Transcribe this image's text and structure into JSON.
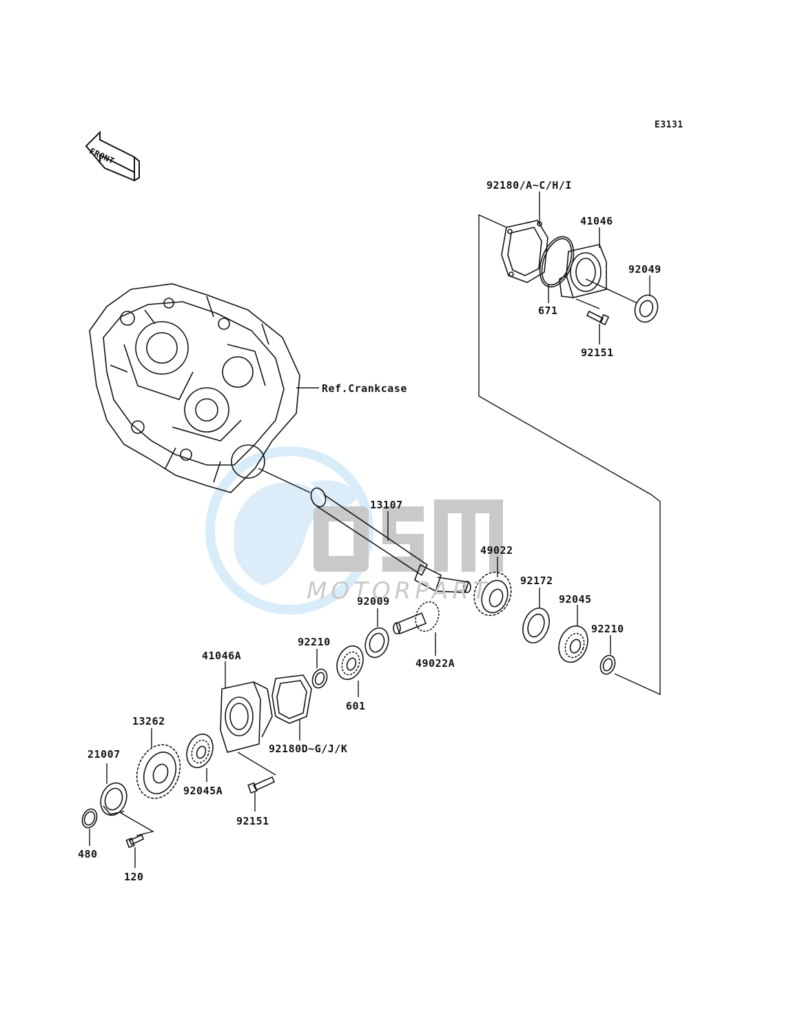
{
  "diagram_code": "E3131",
  "front_arrow": "FRONT",
  "reference_label": "Ref.Crankcase",
  "watermark": {
    "logo": "OSM",
    "sub": "MOTORPART"
  },
  "callouts": {
    "gasket_front_set": "92180/A~C/H/I",
    "cover_front": "41046",
    "oil_seal_front": "92049",
    "oring_front": "671",
    "bolt_front": "92151",
    "shaft": "13107",
    "gear_49022": "49022",
    "shim_92172": "92172",
    "bearing_92045": "92045",
    "circlip_right": "92210",
    "shim_92009": "92009",
    "gear_49022A": "49022A",
    "circlip_mid": "92210",
    "bearing_601": "601",
    "cover_rear": "41046A",
    "gasket_rear_set": "92180D~G/J/K",
    "gear_13262": "13262",
    "bearing_92045A": "92045A",
    "bolt_rear": "92151",
    "holder_21007": "21007",
    "ring_480": "480",
    "screw_120": "120"
  },
  "colors": {
    "line": "#111111",
    "watermark_blue": "#cfe6f7",
    "watermark_gray": "#c9c9c9"
  }
}
